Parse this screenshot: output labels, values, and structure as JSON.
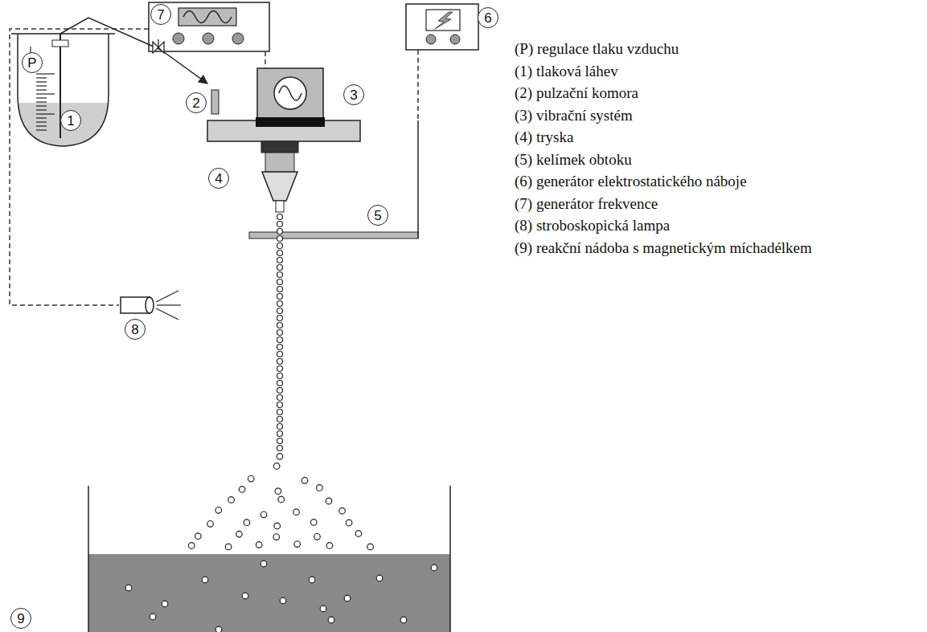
{
  "diagram": {
    "nodes": [
      {
        "text": [
          "7"
        ]
      },
      {
        "text": [
          "6"
        ]
      },
      {
        "text": [
          "P"
        ]
      },
      {
        "text": [
          "1"
        ]
      },
      {
        "text": [
          "2"
        ]
      },
      {
        "text": [
          "3"
        ]
      },
      {
        "text": [
          "4"
        ]
      },
      {
        "text": [
          "5"
        ]
      },
      {
        "text": [
          "8"
        ]
      },
      {
        "text": [
          "9"
        ]
      }
    ],
    "labels": [
      "(P) regulace tlaku vzduchu",
      "(1) tlaková láhev",
      "(2) pulzační komora",
      "(3) vibrační systém",
      "(4) tryska",
      "(5) kelímek obtoku",
      "(6) generátor elektrostatického náboje",
      "(7) generátor frekvence",
      "(8) stroboskopická lampa",
      "(9) reakční nádoba s magnetickým míchadélkem"
    ]
  }
}
